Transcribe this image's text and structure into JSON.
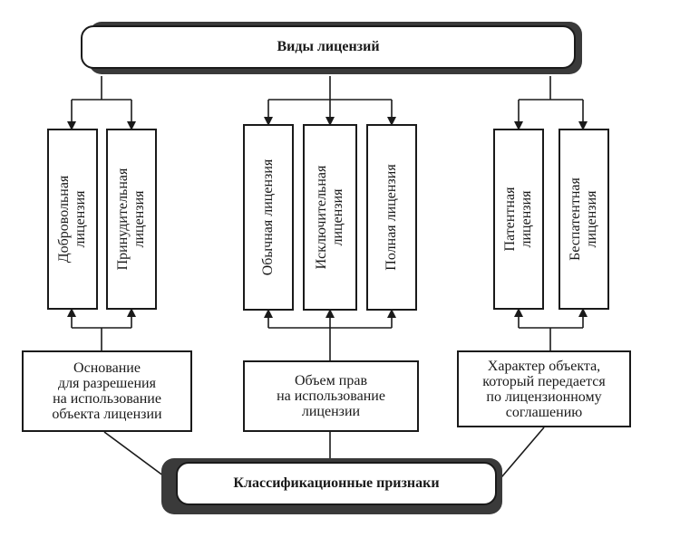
{
  "top_title": "Виды лицензий",
  "bottom_title": "Классификационные признаки",
  "licenses": {
    "voluntary": "Добровольная\nлицензия",
    "compulsory": "Принудительная\nлицензия",
    "simple": "Обычная лицензия",
    "exclusive": "Исключительная\nлицензия",
    "full": "Полная лицензия",
    "patent": "Патентная\nлицензия",
    "non_patent": "Беспатентная\nлицензия"
  },
  "criteria": {
    "basis": "Основание\nдля разрешения\nна использование\nобъекта лицензии",
    "scope": "Объем прав\nна использование\nлицензии",
    "object_nature": "Характер объекта,\nкоторый передается\nпо лицензионному\nсоглашению"
  }
}
